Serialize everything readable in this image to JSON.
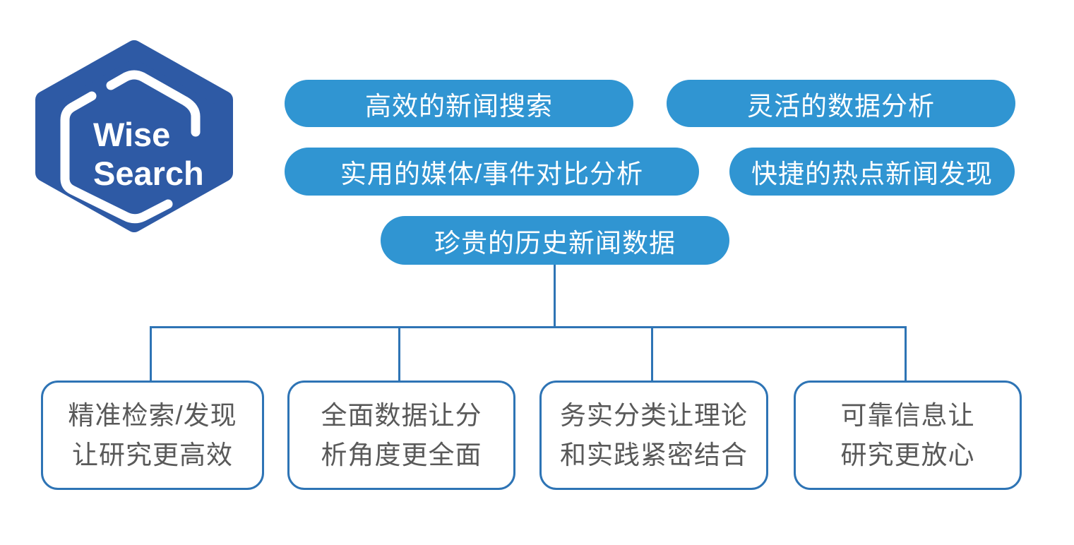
{
  "logo": {
    "name": "Wise Search",
    "line1": "Wise",
    "line2": "Search",
    "shape": "hexagon-badge"
  },
  "features": [
    {
      "label": "高效的新闻搜索"
    },
    {
      "label": "灵活的数据分析"
    },
    {
      "label": "实用的媒体/事件对比分析"
    },
    {
      "label": "快捷的热点新闻发现"
    },
    {
      "label": "珍贵的历史新闻数据"
    }
  ],
  "benefits": [
    {
      "line1": "精准检索/发现",
      "line2": "让研究更高效"
    },
    {
      "line1": "全面数据让分",
      "line2": "析角度更全面"
    },
    {
      "line1": "务实分类让理论",
      "line2": "和实践紧密结合"
    },
    {
      "line1": "可靠信息让",
      "line2": "研究更放心"
    }
  ],
  "colors": {
    "logo_blue": "#2e5aa5",
    "pill_blue": "#3095d2",
    "line_blue": "#2e74b5",
    "benefit_text_gray": "#595959",
    "background": "#ffffff"
  }
}
